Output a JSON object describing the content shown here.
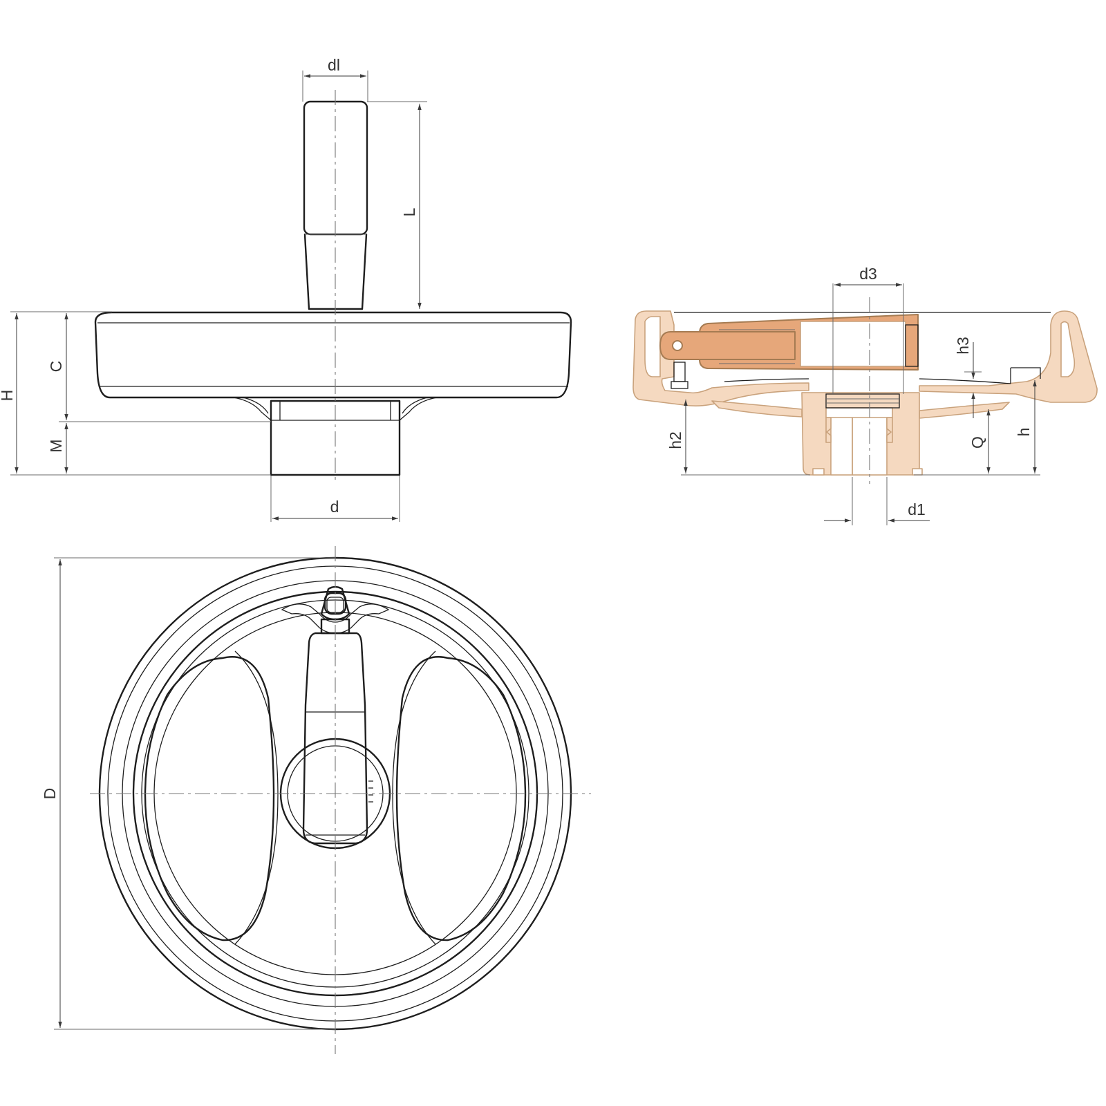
{
  "colors": {
    "line": "#1e1e1e",
    "section_fill": "#f5d9c0",
    "section_fill_dark": "#e6a77a",
    "section_stroke": "#c9a27c",
    "background": "#ffffff"
  },
  "views": {
    "front_elevation": {
      "dims": {
        "handle_diameter": "dl",
        "handle_length": "L",
        "overall_height": "H",
        "rim_height": "C",
        "hub_projection": "M",
        "hub_diameter": "d"
      }
    },
    "section_view": {
      "dims": {
        "bore_top": "d3",
        "depth_top": "h3",
        "hub_height": "h2",
        "depth_q": "Q",
        "hub_total": "h",
        "bore": "d1"
      }
    },
    "top_view": {
      "dims": {
        "wheel_diameter": "D"
      }
    }
  }
}
